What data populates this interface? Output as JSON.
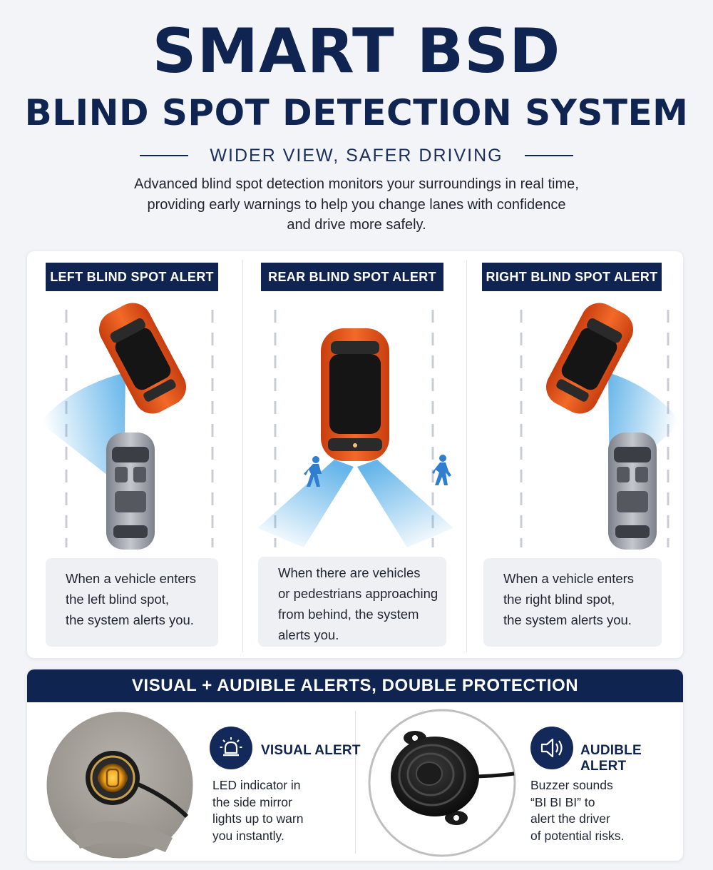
{
  "header": {
    "title": "SMART BSD",
    "subtitle": "BLIND SPOT DETECTION SYSTEM",
    "tagline": "WIDER VIEW, SAFER DRIVING",
    "intro_lines": [
      "Advanced blind spot detection monitors your surroundings in real time,",
      "providing early warnings to help you change lanes with confidence",
      "and drive more safely."
    ]
  },
  "panels": [
    {
      "badge": "LEFT BLIND SPOT ALERT",
      "desc_lines": [
        "When a vehicle enters",
        "the left blind spot,",
        "the system alerts you."
      ]
    },
    {
      "badge": "REAR BLIND SPOT ALERT",
      "desc_lines": [
        "When there are vehicles",
        "or pedestrians approaching",
        "from behind, the system",
        "alerts you."
      ]
    },
    {
      "badge": "RIGHT BLIND SPOT ALERT",
      "desc_lines": [
        "When a vehicle enters",
        "the right blind spot,",
        "the system alerts you."
      ]
    }
  ],
  "alerts": {
    "header": "VISUAL + AUDIBLE ALERTS, DOUBLE PROTECTION",
    "visual": {
      "title": "VISUAL ALERT",
      "icon": "alarm-light-icon",
      "desc_lines": [
        "LED indicator in",
        "the side mirror",
        "lights up to warn",
        "you instantly."
      ]
    },
    "audible": {
      "title": "AUDIBLE ALERT",
      "icon": "speaker-icon",
      "desc_lines": [
        "Buzzer sounds",
        "“BI BI BI” to",
        "alert the driver",
        "of potential risks."
      ]
    }
  },
  "colors": {
    "navy": "#0f2450",
    "car_orange": "#e8561c",
    "car_silver": "#9a9ea6",
    "beam_blue": "#4aa8e6",
    "led_amber": "#f2a516"
  }
}
